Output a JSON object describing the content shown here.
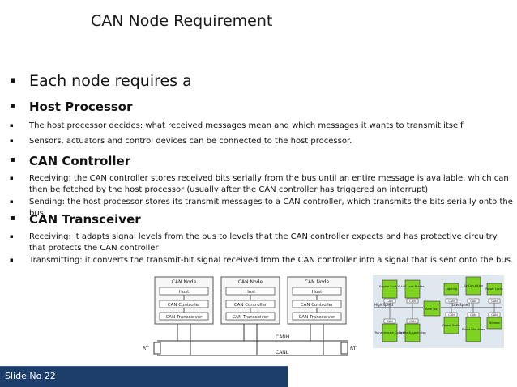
{
  "slide": {
    "title": "CAN Node Requirement",
    "footer": "Slide No 22"
  },
  "bullet_glyph": "▪",
  "content": {
    "intro": "Each node requires a",
    "host": {
      "heading": "Host Processor",
      "points": [
        "The host processor decides: what received messages mean and which messages it wants to transmit itself",
        "Sensors, actuators and control devices can be connected to the host processor."
      ]
    },
    "controller": {
      "heading": "CAN Controller",
      "points": [
        "Receiving: the CAN controller stores received bits serially from the bus until an entire message is available, which can then be fetched by the host processor (usually after the CAN controller has triggered an interrupt)",
        "Sending: the host processor stores its transmit messages to a CAN controller, which transmits the bits serially onto the bus."
      ]
    },
    "transceiver": {
      "heading": "CAN Transceiver",
      "points": [
        "Receiving: it adapts signal levels from the bus to levels that the CAN controller expects and has protective circuitry that protects the CAN controller",
        "Transmitting: it converts the transmit-bit signal received from the CAN controller into a signal that is sent onto the bus."
      ]
    }
  },
  "diagram": {
    "node_title": "CAN Node",
    "host": "Host",
    "controller": "CAN Controller",
    "transceiver": "CAN Transceiver",
    "canh": "CANH",
    "canl": "CANL",
    "terminator": "RT"
  },
  "block_diagram": {
    "colors": {
      "green": "#7ed321",
      "bg": "#dfe7ef",
      "line": "#444444"
    },
    "labels": {
      "engine": "Engine Control",
      "antilock": "Anti-Lock Brakes",
      "lighting": "Lighting",
      "aircon": "Air Con-dition",
      "power_locks": "Power Locks",
      "high_speed": "High Speed",
      "low_speed": "Low Speed",
      "gateway": "Gate way",
      "trans": "Trans-mission Control",
      "suspension": "Active Suspen-sion",
      "power_seats": "Power Seats",
      "power_win": "Power Win-dows",
      "window": "Window",
      "can": "CAN"
    }
  }
}
